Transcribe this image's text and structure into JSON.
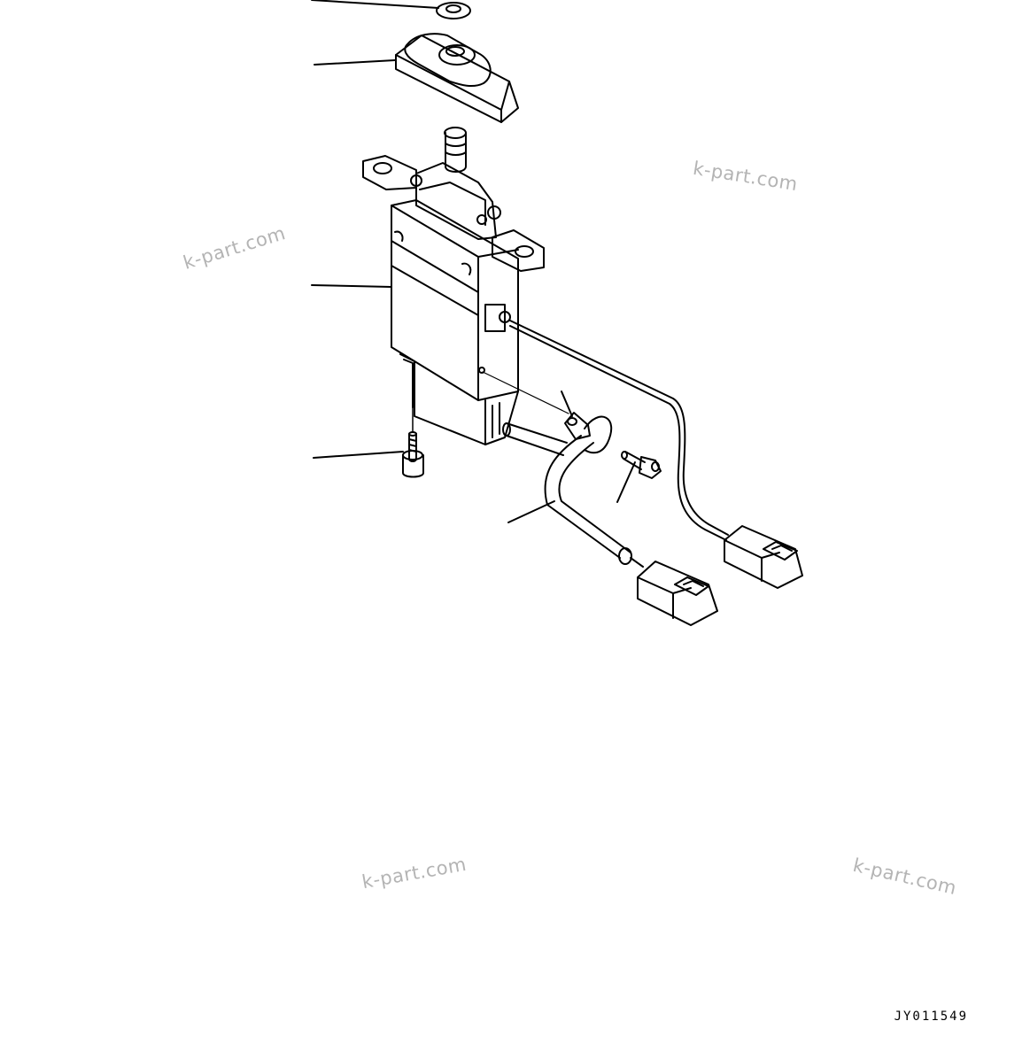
{
  "diagram": {
    "drawing_code": "JY011549",
    "watermarks": [
      "k-part.com",
      "k-part.com",
      "k-part.com",
      "k-part.com"
    ],
    "parts": [
      {
        "name": "washer"
      },
      {
        "name": "switch-cover-knob"
      },
      {
        "name": "lever-switch-body"
      },
      {
        "name": "mounting-bolt"
      },
      {
        "name": "wiring-harness-clamp"
      },
      {
        "name": "clamp-bolt"
      },
      {
        "name": "wiring-harness"
      },
      {
        "name": "connector-a"
      },
      {
        "name": "connector-b"
      }
    ]
  }
}
